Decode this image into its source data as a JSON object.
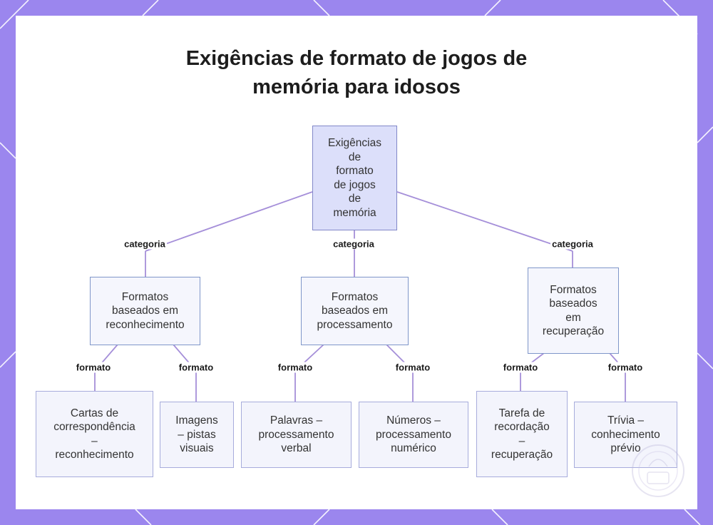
{
  "title": {
    "line1": "Exigências de formato de jogos de",
    "line2": "memória para idosos"
  },
  "root": {
    "label": "Exigências\nde\nformato\nde jogos\nde\nmemória"
  },
  "categories": [
    {
      "edge_label": "categoria",
      "label": "Formatos\nbaseados em\nreconhecimento",
      "children": [
        {
          "edge_label": "formato",
          "label": "Cartas de\ncorrespondência\n–\nreconhecimento"
        },
        {
          "edge_label": "formato",
          "label": "Imagens\n– pistas\nvisuais"
        }
      ]
    },
    {
      "edge_label": "categoria",
      "label": "Formatos\nbaseados em\nprocessamento",
      "children": [
        {
          "edge_label": "formato",
          "label": "Palavras –\nprocessamento\nverbal"
        },
        {
          "edge_label": "formato",
          "label": "Números –\nprocessamento\nnumérico"
        }
      ]
    },
    {
      "edge_label": "categoria",
      "label": "Formatos\nbaseados\nem\nrecuperação",
      "children": [
        {
          "edge_label": "formato",
          "label": "Tarefa de\nrecordação\n–\nrecuperação"
        },
        {
          "edge_label": "formato",
          "label": "Trívia –\nconhecimento\nprévio"
        }
      ]
    }
  ],
  "colors": {
    "frame": "#9b86ee",
    "edge": "#a58fd9",
    "root_fill": "#dcdffa",
    "node_fill": "#eceffc"
  },
  "icons": [
    "watermark-seal-icon"
  ]
}
